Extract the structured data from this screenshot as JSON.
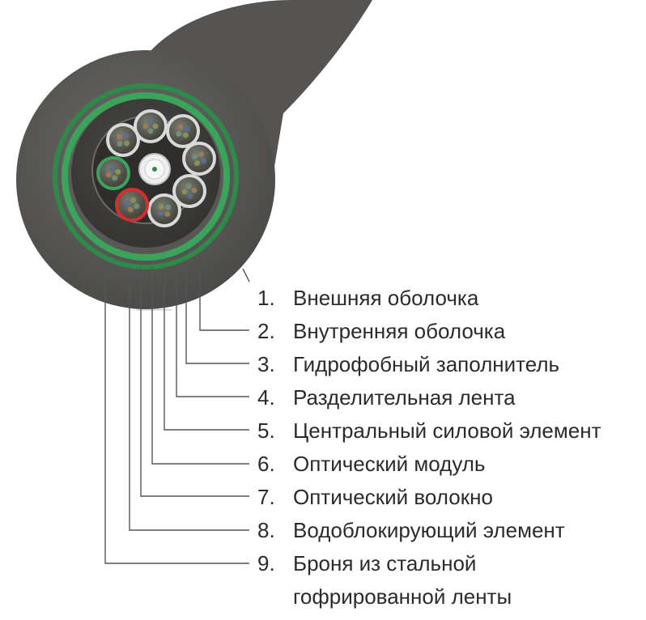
{
  "legend": {
    "items": [
      {
        "num": "1.",
        "label": "Внешняя оболочка"
      },
      {
        "num": "2.",
        "label": "Внутренняя оболочка"
      },
      {
        "num": "3.",
        "label": "Гидрофобный заполнитель"
      },
      {
        "num": "4.",
        "label": "Разделительная лента"
      },
      {
        "num": "5.",
        "label": "Центральный силовой элемент"
      },
      {
        "num": "6.",
        "label": "Оптический модуль"
      },
      {
        "num": "7.",
        "label": "Оптический волокно"
      },
      {
        "num": "8.",
        "label": "Водоблокирующий элемент"
      },
      {
        "num": "9.",
        "label": "Броня из стальной\nгофрированной ленты"
      }
    ]
  },
  "colors": {
    "outer_sheath": "#5e5d5b",
    "inner_sheath": "#3f3e3c",
    "green_ring": "#3aa45a",
    "leader_lines": "#555555",
    "module_ring": "#d9d9d9",
    "highlight_red": "#d62d2d",
    "highlight_green": "#3aa45a"
  }
}
